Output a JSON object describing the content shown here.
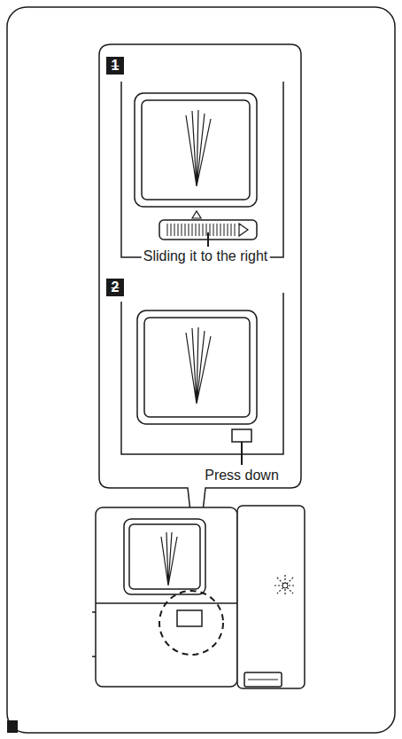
{
  "diagram": {
    "labels": [
      "1",
      "Sliding it to the right",
      "2",
      "Press down"
    ]
  }
}
